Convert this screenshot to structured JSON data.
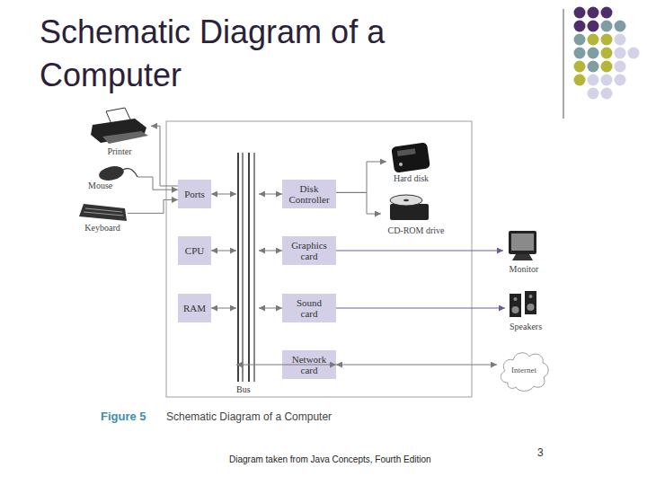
{
  "diagram": {
    "title": "Schematic Diagram of a Computer",
    "caption": "Schematic Diagram of a Computer",
    "nodes": [
      {
        "text": [
          "Printer"
        ]
      },
      {
        "text": [
          "Mouse"
        ]
      },
      {
        "text": [
          "Keyboard"
        ]
      },
      {
        "text": [
          "Ports"
        ]
      },
      {
        "text": [
          "Bus"
        ]
      },
      {
        "text": [
          "Disk Controller"
        ]
      },
      {
        "text": [
          "Hard disk"
        ]
      },
      {
        "text": [
          "CD-ROM drive"
        ]
      },
      {
        "text": [
          "CPU"
        ]
      },
      {
        "text": [
          "Graphics card"
        ]
      },
      {
        "text": [
          "Monitor"
        ]
      },
      {
        "text": [
          "RAM"
        ]
      },
      {
        "text": [
          "Sound card"
        ]
      },
      {
        "text": [
          "Speakers"
        ]
      },
      {
        "text": [
          "Network card"
        ]
      },
      {
        "text": [
          "Internet"
        ]
      }
    ],
    "edges": [
      {
        "from": 3,
        "to": 0,
        "arrow": "to"
      },
      {
        "from": 1,
        "to": 3,
        "arrow": "to"
      },
      {
        "from": 2,
        "to": 3,
        "arrow": "to"
      },
      {
        "from": 3,
        "to": 4,
        "arrow": "both"
      },
      {
        "from": 5,
        "to": 4,
        "arrow": "both"
      },
      {
        "from": 5,
        "to": 6,
        "arrow": "to"
      },
      {
        "from": 5,
        "to": 7,
        "arrow": "to"
      },
      {
        "from": 8,
        "to": 4,
        "arrow": "both"
      },
      {
        "from": 9,
        "to": 4,
        "arrow": "both"
      },
      {
        "from": 9,
        "to": 10,
        "arrow": "to"
      },
      {
        "from": 11,
        "to": 4,
        "arrow": "both"
      },
      {
        "from": 12,
        "to": 4,
        "arrow": "both"
      },
      {
        "from": 12,
        "to": 13,
        "arrow": "to"
      },
      {
        "from": 14,
        "to": 4,
        "arrow": "both"
      },
      {
        "from": 14,
        "to": 15,
        "arrow": "both"
      }
    ],
    "labels": [
      "Figure 5",
      "Diagram taken from Java Concepts, Fourth Edition",
      "3"
    ]
  }
}
